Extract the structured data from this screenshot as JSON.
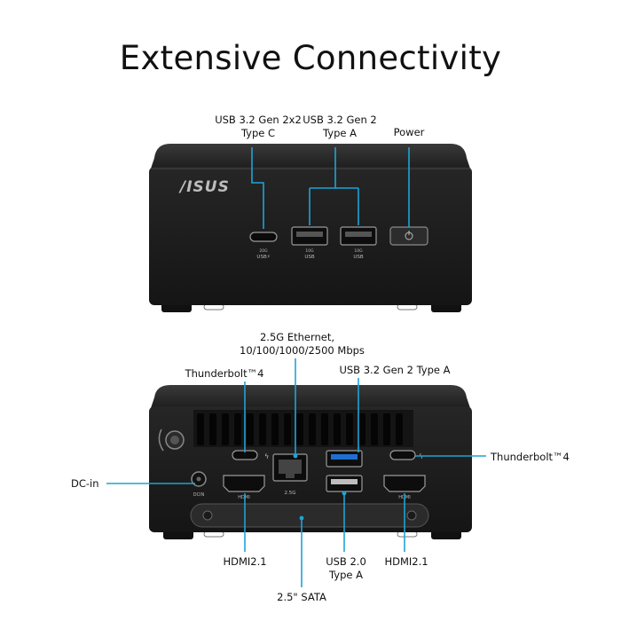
{
  "page": {
    "title": "Extensive Connectivity"
  },
  "brand": {
    "logo_text": "/ISUS"
  },
  "colors": {
    "leader": "#1fa3d6",
    "chassis": "#1b1b1b",
    "panel": "#2a2a2a"
  },
  "front": {
    "labels": {
      "usb_c_line1": "USB 3.2 Gen 2x2",
      "usb_c_line2": "Type C",
      "usb_a_line1": "USB 3.2 Gen 2",
      "usb_a_line2": "Type A",
      "power": "Power"
    },
    "port_markings": {
      "usb_c": "20G\nUSB⚡",
      "usb_a1": "10G\nUSB",
      "usb_a2": "10G\nUSB"
    }
  },
  "rear": {
    "labels": {
      "ethernet_line1": "2.5G Ethernet,",
      "ethernet_line2": "10/100/1000/2500 Mbps",
      "thunderbolt_left": "Thunderbolt™4",
      "usb_a_top": "USB 3.2 Gen 2 Type A",
      "thunderbolt_right": "Thunderbolt™4",
      "dc_in": "DC-in",
      "hdmi_left": "HDMI2.1",
      "usb2_line1": "USB 2.0",
      "usb2_line2": "Type A",
      "hdmi_right": "HDMI2.1",
      "sata": "2.5\" SATA"
    },
    "port_markings": {
      "hdmi_left": "HDMI",
      "hdmi_right": "HDMI",
      "ethernet": "2.5G",
      "dcin": "DCIN"
    }
  }
}
